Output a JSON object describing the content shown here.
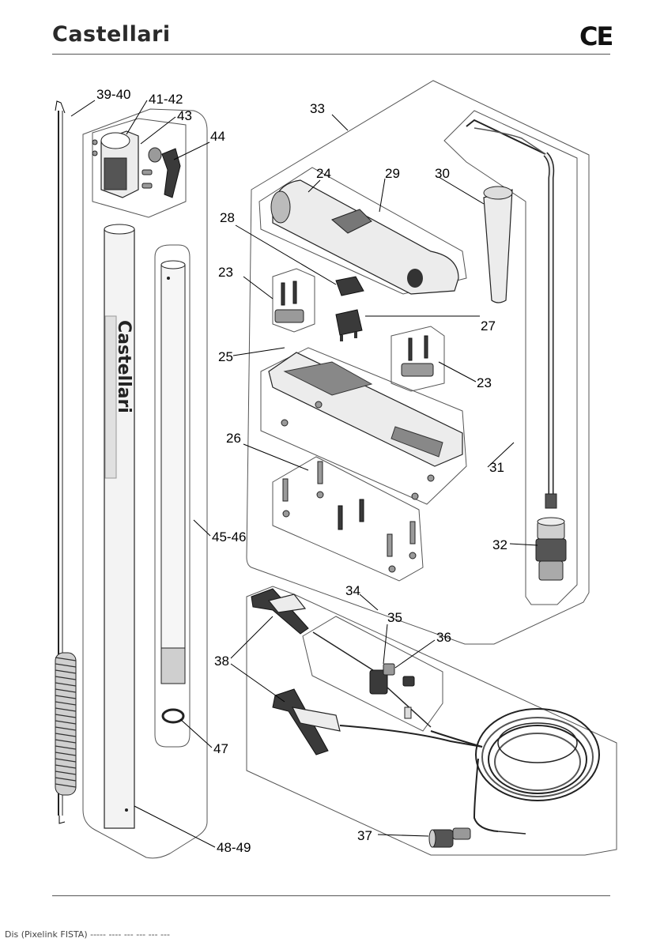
{
  "header": {
    "brand": "Castellari",
    "mark": "CE"
  },
  "pole_text": "Castellari",
  "footer": "Dis (Pixelink FISTA) ----- ---- --- --- --- ---",
  "labels": {
    "l3940": "39-40",
    "l4142": "41-42",
    "l43": "43",
    "l44": "44",
    "l33": "33",
    "l24": "24",
    "l29": "29",
    "l30": "30",
    "l28": "28",
    "l23a": "23",
    "l27": "27",
    "l25": "25",
    "l23b": "23",
    "l26": "26",
    "l31": "31",
    "l4546": "45-46",
    "l32": "32",
    "l34": "34",
    "l35": "35",
    "l36": "36",
    "l38": "38",
    "l47": "47",
    "l37": "37",
    "l4849": "48-49"
  }
}
